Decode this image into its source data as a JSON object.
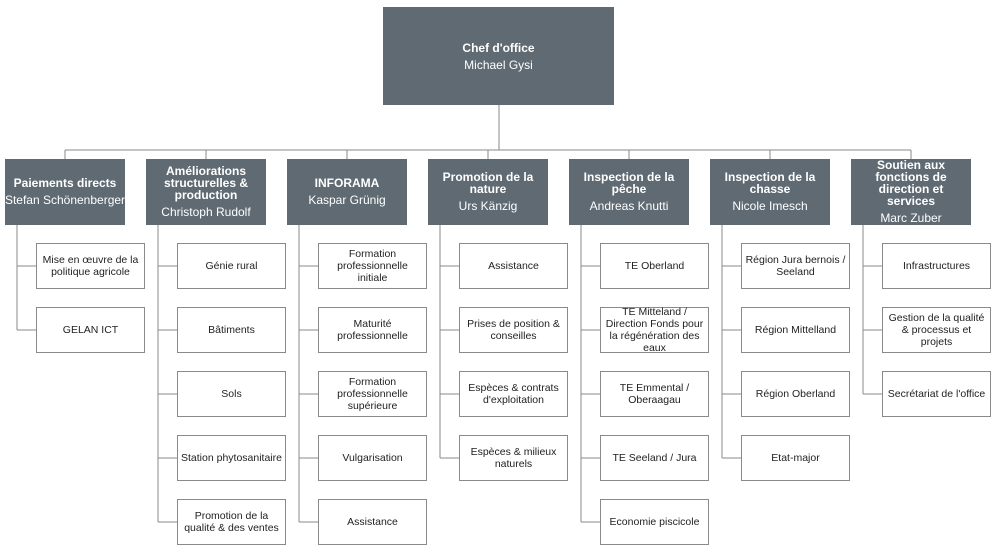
{
  "root": {
    "title": "Chef d'office",
    "name": "Michael Gysi"
  },
  "departments": [
    {
      "title": "Paiements directs",
      "name": "Stefan Schönenberger",
      "items": [
        "Mise en œuvre de la politique agricole",
        "GELAN ICT"
      ]
    },
    {
      "title": "Améliorations structurelles & production",
      "name": "Christoph Rudolf",
      "items": [
        "Génie rural",
        "Bâtiments",
        "Sols",
        "Station phytosanitaire",
        "Promotion de la qualité & des ventes"
      ]
    },
    {
      "title": "INFORAMA",
      "name": "Kaspar Grünig",
      "items": [
        "Formation professionnelle initiale",
        "Maturité professionnelle",
        "Formation professionnelle supérieure",
        "Vulgarisation",
        "Assistance"
      ]
    },
    {
      "title": "Promotion de la nature",
      "name": "Urs Känzig",
      "items": [
        "Assistance",
        "Prises de position & conseilles",
        "Espèces & contrats d'exploitation",
        "Espèces & milieux naturels"
      ]
    },
    {
      "title": "Inspection de la pêche",
      "name": "Andreas Knutti",
      "items": [
        "TE Oberland",
        "TE Mitteland / Direction Fonds pour la régénération des eaux",
        "TE Emmental / Oberaagau",
        "TE Seeland / Jura",
        "Economie piscicole"
      ]
    },
    {
      "title": "Inspection de la chasse",
      "name": "Nicole Imesch",
      "items": [
        "Région Jura bernois / Seeland",
        "Région Mittelland",
        "Région Oberland",
        "Etat-major"
      ]
    },
    {
      "title": "Soutien aux fonctions de direction et services",
      "name": "Marc Zuber",
      "items": [
        "Infrastructures",
        "Gestion de la qualité & processus et projets",
        "Secrétariat de l'office"
      ]
    }
  ]
}
